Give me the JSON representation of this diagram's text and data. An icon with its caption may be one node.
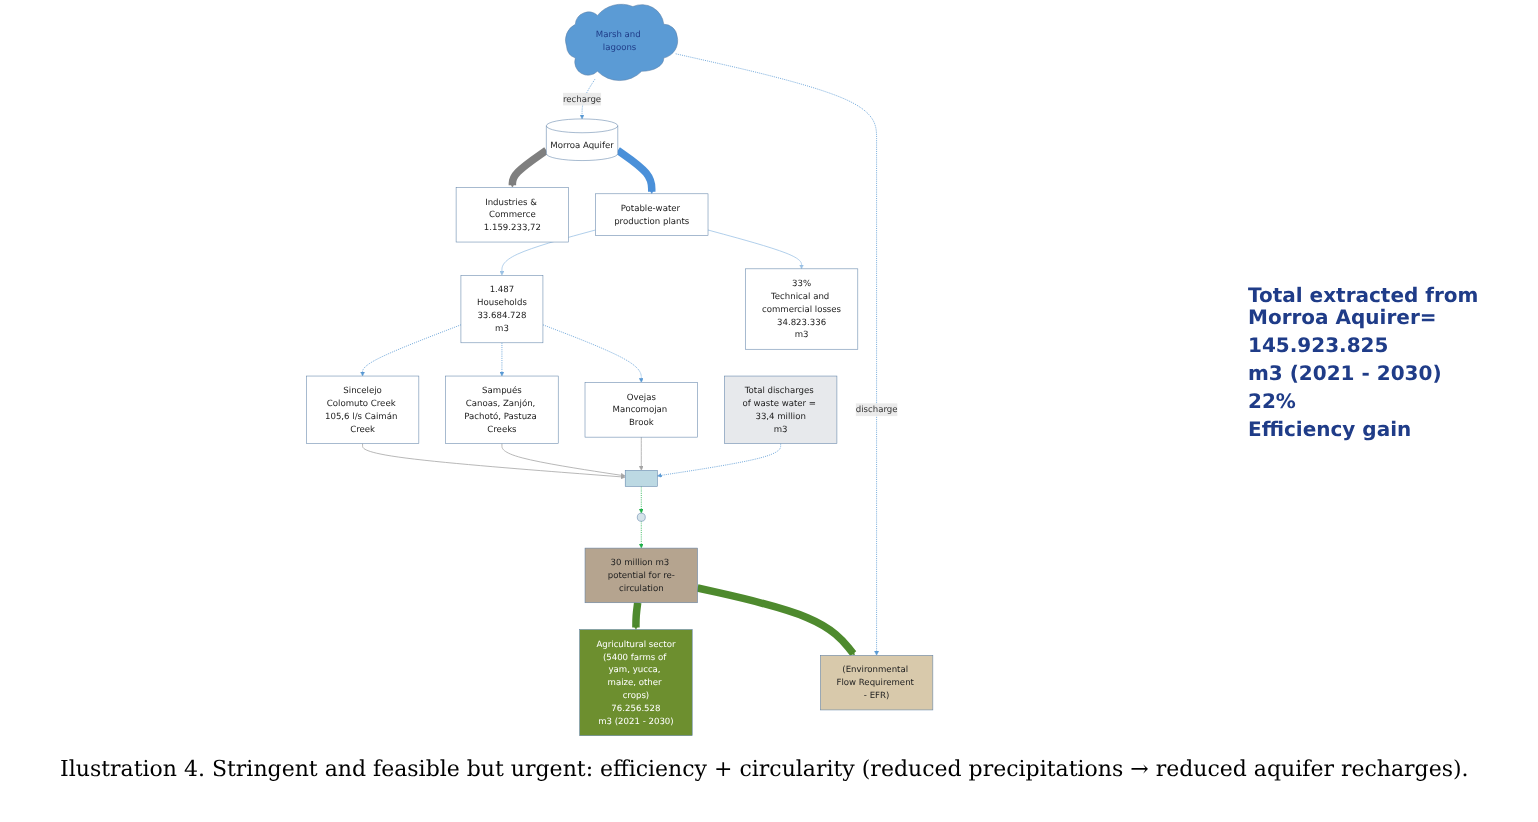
{
  "diagram": {
    "caption": "Ilustration 4. Stringent and feasible but urgent: efficiency + circularity (reduced precipitations → reduced aquifer recharges).",
    "nodes": [
      {
        "text": [
          "Morroa Aquifer"
        ]
      },
      {
        "text": [
          "Industries & Commerce",
          "1.159.233,72"
        ]
      },
      {
        "text": [
          "Potable-water production plants"
        ]
      },
      {
        "text": [
          "1.487",
          "Households",
          "33.684.728",
          "m3"
        ]
      },
      {
        "text": [
          "33%",
          "Technical and commercial losses",
          "34.823.336",
          "m3"
        ]
      },
      {
        "text": [
          "Sincelejo",
          "Colomuto Creek 105,6 l/s Caimán Creek"
        ]
      },
      {
        "text": [
          "Sampués",
          "Canoas, Zanjón, Pachotó, Pastuza Creeks"
        ]
      },
      {
        "text": [
          "Ovejas",
          "Mancomojan Brook"
        ]
      },
      {
        "text": [],
        "shape": "box"
      },
      {
        "text": [
          "Total discharges of waste water = 33,4 million",
          "m3"
        ]
      },
      {
        "text": [
          "30 million m3 potential for re-circulation"
        ]
      },
      {
        "text": [],
        "shape": "circle"
      },
      {
        "text": [
          "Agricultural sector",
          "(5400 farms of yam, yucca, maize, other crops)",
          "76.256.528",
          "m3 (2021 - 2030)"
        ]
      },
      {
        "text": [
          "(Environmental Flow Requirement - EFR)"
        ]
      },
      {
        "text": [
          "Marsh and lagoons"
        ]
      }
    ],
    "edges": [
      {
        "from": 14,
        "to": 0,
        "arrow": "to",
        "label": "recharge",
        "style": "dashed",
        "color": "#5b9bd5"
      },
      {
        "from": 0,
        "to": 1,
        "arrow": "to",
        "style": "thick",
        "color": "#7f7f7f"
      },
      {
        "from": 0,
        "to": 2,
        "arrow": "to",
        "style": "thick",
        "color": "#4a90d9"
      },
      {
        "from": 2,
        "to": 3,
        "arrow": "to",
        "color": "#9dc3e6"
      },
      {
        "from": 2,
        "to": 4,
        "arrow": "to",
        "color": "#9dc3e6"
      },
      {
        "from": 3,
        "to": 5,
        "arrow": "to",
        "style": "dashed",
        "color": "#5b9bd5"
      },
      {
        "from": 3,
        "to": 6,
        "arrow": "to",
        "style": "dashed",
        "color": "#5b9bd5"
      },
      {
        "from": 3,
        "to": 7,
        "arrow": "to",
        "style": "dashed",
        "color": "#5b9bd5"
      },
      {
        "from": 5,
        "to": 8,
        "arrow": "to",
        "color": "#a6a6a6"
      },
      {
        "from": 6,
        "to": 8,
        "arrow": "to",
        "color": "#a6a6a6"
      },
      {
        "from": 7,
        "to": 8,
        "arrow": "to",
        "color": "#a6a6a6"
      },
      {
        "from": 9,
        "to": 8,
        "arrow": "to",
        "style": "dashed",
        "color": "#5b9bd5"
      },
      {
        "from": 8,
        "to": 11,
        "arrow": "to",
        "style": "dashed",
        "color": "#22b14c"
      },
      {
        "from": 11,
        "to": 10,
        "arrow": "to",
        "style": "dashed",
        "color": "#22b14c"
      },
      {
        "from": 10,
        "to": 12,
        "arrow": "to",
        "style": "thick",
        "color": "#4e8a2e"
      },
      {
        "from": 10,
        "to": 13,
        "arrow": "to",
        "style": "thick",
        "color": "#4e8a2e"
      },
      {
        "from": 14,
        "to": 13,
        "arrow": "to",
        "label": "discharge",
        "style": "dashed",
        "color": "#5b9bd5"
      }
    ],
    "labels": [
      "Total extracted from Morroa Aquirer=",
      "145.923.825",
      "m3 (2021 - 2030)",
      "22%",
      "Efficiency gain"
    ]
  }
}
